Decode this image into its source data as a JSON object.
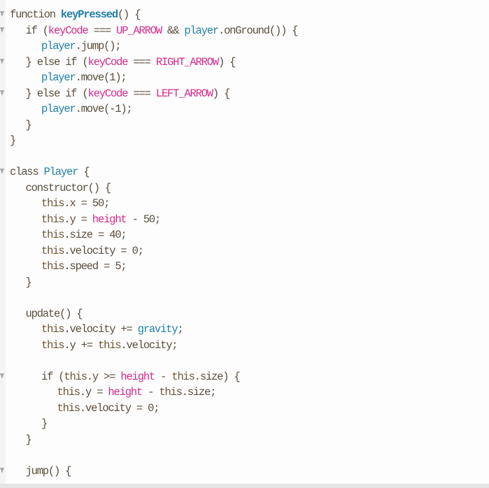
{
  "colors": {
    "default": "#5a4d3e",
    "pink": "#d62a8a",
    "blue": "#1f7fa8"
  },
  "lines": [
    {
      "indent": 0,
      "fold": true,
      "tokens": [
        {
          "text": "function ",
          "c": ""
        },
        {
          "text": "keyPressed",
          "c": "bb"
        },
        {
          "text": "() {",
          "c": ""
        }
      ]
    },
    {
      "indent": 1,
      "fold": true,
      "tokens": [
        {
          "text": "if (",
          "c": ""
        },
        {
          "text": "keyCode",
          "c": "p"
        },
        {
          "text": " === ",
          "c": ""
        },
        {
          "text": "UP_ARROW",
          "c": "p"
        },
        {
          "text": " && ",
          "c": ""
        },
        {
          "text": "player",
          "c": "b"
        },
        {
          "text": ".onGround()) {",
          "c": ""
        }
      ]
    },
    {
      "indent": 2,
      "tokens": [
        {
          "text": "player",
          "c": "b"
        },
        {
          "text": ".jump();",
          "c": ""
        }
      ]
    },
    {
      "indent": 1,
      "fold": true,
      "tokens": [
        {
          "text": "} else if (",
          "c": ""
        },
        {
          "text": "keyCode",
          "c": "p"
        },
        {
          "text": " === ",
          "c": ""
        },
        {
          "text": "RIGHT_ARROW",
          "c": "p"
        },
        {
          "text": ") {",
          "c": ""
        }
      ]
    },
    {
      "indent": 2,
      "tokens": [
        {
          "text": "player",
          "c": "b"
        },
        {
          "text": ".move(1);",
          "c": ""
        }
      ]
    },
    {
      "indent": 1,
      "fold": true,
      "tokens": [
        {
          "text": "} else if (",
          "c": ""
        },
        {
          "text": "keyCode",
          "c": "p"
        },
        {
          "text": " === ",
          "c": ""
        },
        {
          "text": "LEFT_ARROW",
          "c": "p"
        },
        {
          "text": ") {",
          "c": ""
        }
      ]
    },
    {
      "indent": 2,
      "tokens": [
        {
          "text": "player",
          "c": "b"
        },
        {
          "text": ".move(-1);",
          "c": ""
        }
      ]
    },
    {
      "indent": 1,
      "tokens": [
        {
          "text": "}",
          "c": ""
        }
      ]
    },
    {
      "indent": 0,
      "tokens": [
        {
          "text": "}",
          "c": ""
        }
      ]
    },
    {
      "indent": 0,
      "tokens": []
    },
    {
      "indent": 0,
      "fold": true,
      "tokens": [
        {
          "text": "class ",
          "c": ""
        },
        {
          "text": "Player",
          "c": "b"
        },
        {
          "text": " {",
          "c": ""
        }
      ]
    },
    {
      "indent": 1,
      "tokens": [
        {
          "text": "constructor() {",
          "c": ""
        }
      ]
    },
    {
      "indent": 2,
      "tokens": [
        {
          "text": "this",
          "c": "t"
        },
        {
          "text": ".x = 50;",
          "c": ""
        }
      ]
    },
    {
      "indent": 2,
      "tokens": [
        {
          "text": "this",
          "c": "t"
        },
        {
          "text": ".y = ",
          "c": ""
        },
        {
          "text": "height",
          "c": "p"
        },
        {
          "text": " - 50;",
          "c": ""
        }
      ]
    },
    {
      "indent": 2,
      "tokens": [
        {
          "text": "this",
          "c": "t"
        },
        {
          "text": ".size = 40;",
          "c": ""
        }
      ]
    },
    {
      "indent": 2,
      "tokens": [
        {
          "text": "this",
          "c": "t"
        },
        {
          "text": ".velocity = 0;",
          "c": ""
        }
      ]
    },
    {
      "indent": 2,
      "tokens": [
        {
          "text": "this",
          "c": "t"
        },
        {
          "text": ".speed = 5;",
          "c": ""
        }
      ]
    },
    {
      "indent": 1,
      "tokens": [
        {
          "text": "}",
          "c": ""
        }
      ]
    },
    {
      "indent": 0,
      "tokens": []
    },
    {
      "indent": 1,
      "tokens": [
        {
          "text": "update() {",
          "c": ""
        }
      ]
    },
    {
      "indent": 2,
      "tokens": [
        {
          "text": "this",
          "c": "t"
        },
        {
          "text": ".velocity += ",
          "c": ""
        },
        {
          "text": "gravity",
          "c": "b"
        },
        {
          "text": ";",
          "c": ""
        }
      ]
    },
    {
      "indent": 2,
      "tokens": [
        {
          "text": "this",
          "c": "t"
        },
        {
          "text": ".y += ",
          "c": ""
        },
        {
          "text": "this",
          "c": "t"
        },
        {
          "text": ".velocity;",
          "c": ""
        }
      ]
    },
    {
      "indent": 0,
      "tokens": []
    },
    {
      "indent": 2,
      "fold": true,
      "tokens": [
        {
          "text": "if (",
          "c": ""
        },
        {
          "text": "this",
          "c": "t"
        },
        {
          "text": ".y >= ",
          "c": ""
        },
        {
          "text": "height",
          "c": "p"
        },
        {
          "text": " - ",
          "c": ""
        },
        {
          "text": "this",
          "c": "t"
        },
        {
          "text": ".size) {",
          "c": ""
        }
      ]
    },
    {
      "indent": 3,
      "tokens": [
        {
          "text": "this",
          "c": "t"
        },
        {
          "text": ".y = ",
          "c": ""
        },
        {
          "text": "height",
          "c": "p"
        },
        {
          "text": " - ",
          "c": ""
        },
        {
          "text": "this",
          "c": "t"
        },
        {
          "text": ".size;",
          "c": ""
        }
      ]
    },
    {
      "indent": 3,
      "tokens": [
        {
          "text": "this",
          "c": "t"
        },
        {
          "text": ".velocity = 0;",
          "c": ""
        }
      ]
    },
    {
      "indent": 2,
      "tokens": [
        {
          "text": "}",
          "c": ""
        }
      ]
    },
    {
      "indent": 1,
      "tokens": [
        {
          "text": "}",
          "c": ""
        }
      ]
    },
    {
      "indent": 0,
      "tokens": []
    },
    {
      "indent": 1,
      "fold": true,
      "tokens": [
        {
          "text": "jump() {",
          "c": ""
        }
      ]
    }
  ]
}
